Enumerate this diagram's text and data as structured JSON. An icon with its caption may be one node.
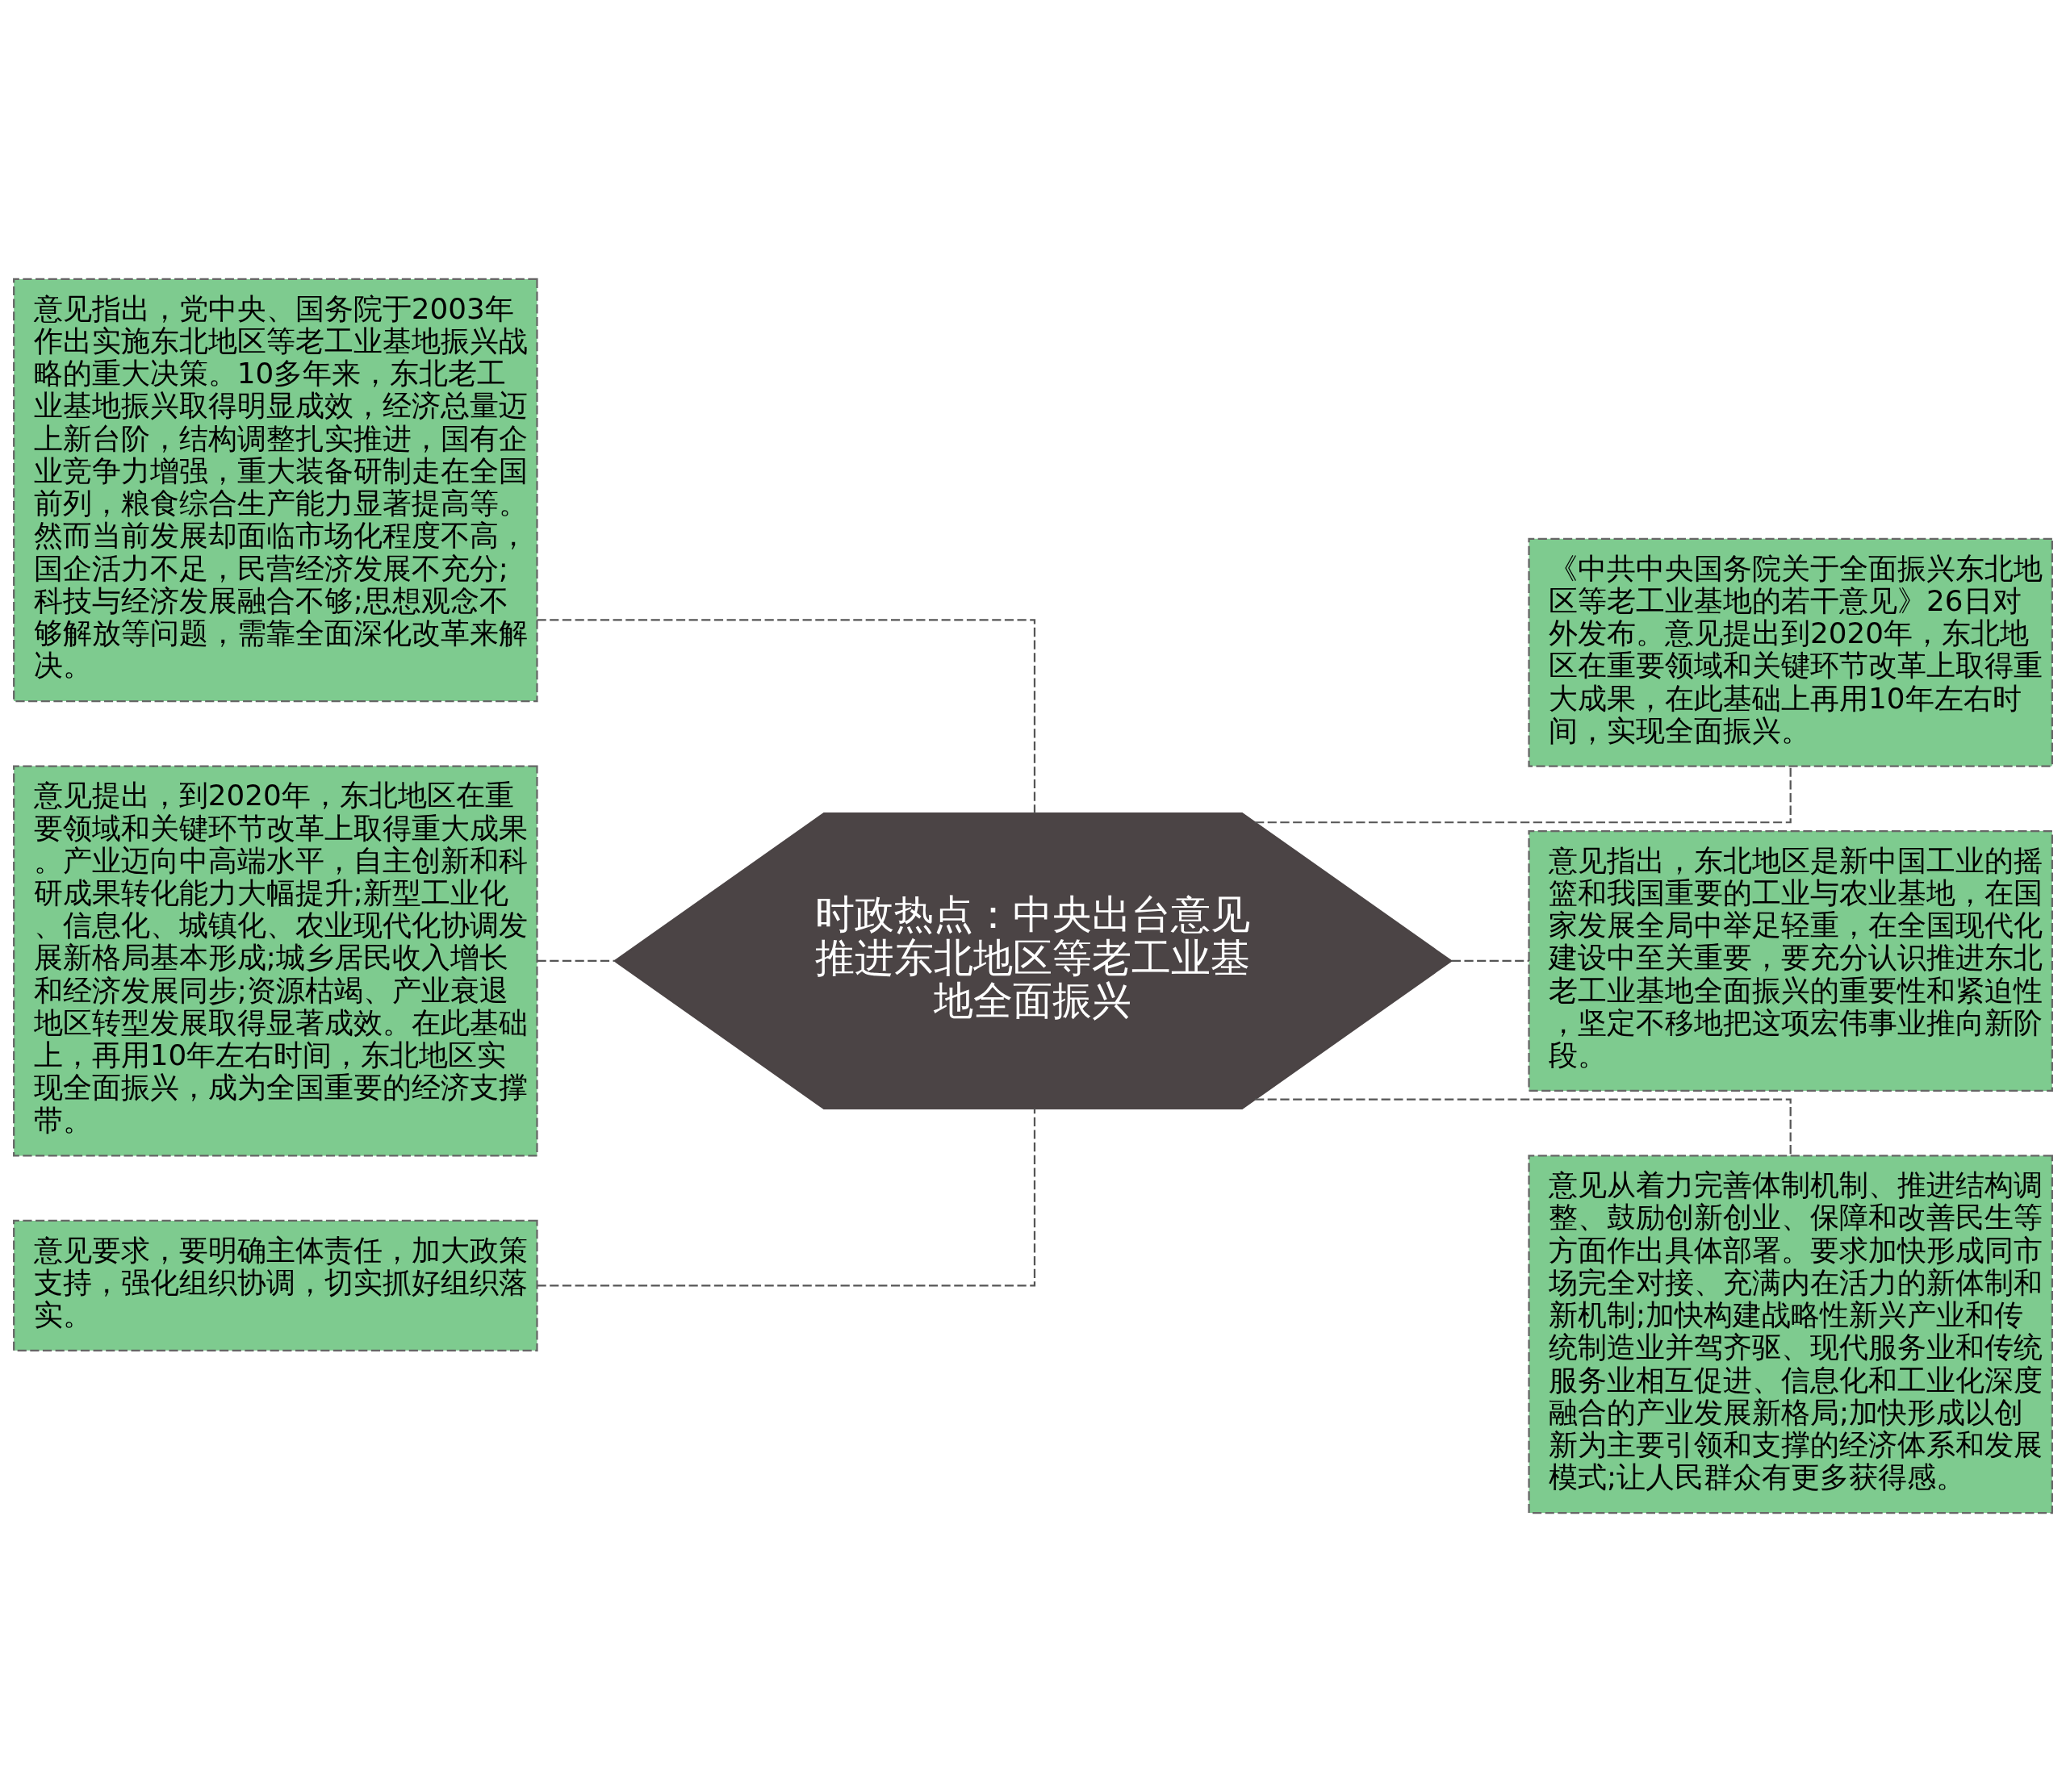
{
  "diagram": {
    "nodes": [
      {
        "text": [
          "时政热点：中央出台意见推进东北地区等老工业基地全面振兴"
        ]
      },
      {
        "text": [
          "意见指出，党中央、国务院于2003年作出实施东北地区等老工业基地振兴战略的重大决策。10多年来，东北老工业基地振兴取得明显成效，经济总量迈上新台阶，结构调整扎实推进，国有企业竞争力增强，重大装备研制走在全国前列，粮食综合生产能力显著提高等。然而当前发展却面临市场化程度不高，国企活力不足，民营经济发展不充分;科技与经济发展融合不够;思想观念不够解放等问题，需靠全面深化改革来解决。"
        ]
      },
      {
        "text": [
          "意见提出，到2020年，东北地区在重要领域和关键环节改革上取得重大成果。产业迈向中高端水平，自主创新和科研成果转化能力大幅提升;新型工业化、信息化、城镇化、农业现代化协调发展新格局基本形成;城乡居民收入增长和经济发展同步;资源枯竭、产业衰退地区转型发展取得显著成效。在此基础上，再用10年左右时间，东北地区实现全面振兴，成为全国重要的经济支撑带。"
        ]
      },
      {
        "text": [
          "意见要求，要明确主体责任，加大政策支持，强化组织协调，切实抓好组织落实。"
        ]
      },
      {
        "text": [
          "《中共中央国务院关于全面振兴东北地区等老工业基地的若干意见》26日对外发布。意见提出到2020年，东北地区在重要领域和关键环节改革上取得重大成果，在此基础上再用10年左右时间，实现全面振兴。"
        ]
      },
      {
        "text": [
          "意见指出，东北地区是新中国工业的摇篮和我国重要的工业与农业基地，在国家发展全局中举足轻重，在全国现代化建设中至关重要，要充分认识推进东北老工业基地全面振兴的重要性和紧迫性，坚定不移地把这项宏伟事业推向新阶段。"
        ]
      },
      {
        "text": [
          "意见从着力完善体制机制、推进结构调整、鼓励创新创业、保障和改善民生等方面作出具体部署。要求加快形成同市场完全对接、充满内在活力的新体制和新机制;加快构建战略性新兴产业和传统制造业并驾齐驱、现代服务业和传统服务业相互促进、信息化和工业化深度融合的产业发展新格局;加快形成以创新为主要引领和支撑的经济体系和发展模式;让人民群众有更多获得感。"
        ]
      }
    ],
    "edges": [
      {
        "from": 0,
        "to": 1,
        "arrow": "none",
        "style": "dashed"
      },
      {
        "from": 0,
        "to": 2,
        "arrow": "none",
        "style": "dashed"
      },
      {
        "from": 0,
        "to": 3,
        "arrow": "none",
        "style": "dashed"
      },
      {
        "from": 0,
        "to": 4,
        "arrow": "none",
        "style": "dashed"
      },
      {
        "from": 0,
        "to": 5,
        "arrow": "none",
        "style": "dashed"
      },
      {
        "from": 0,
        "to": 6,
        "arrow": "none",
        "style": "dashed"
      }
    ]
  }
}
